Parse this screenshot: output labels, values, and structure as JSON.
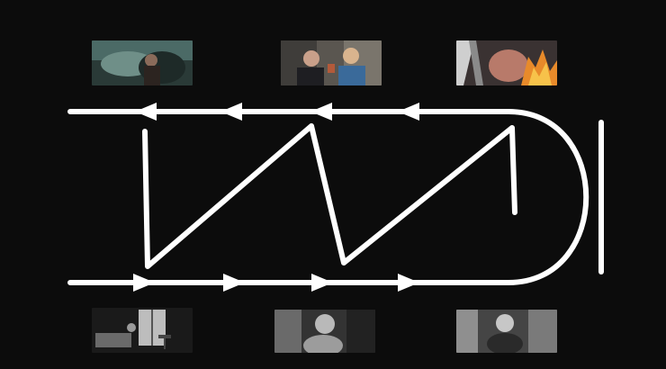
{
  "diagram": {
    "type": "memento-timeline",
    "line_color": "#ffffff",
    "background_color": "#0c0c0c",
    "top_track_arrows": 4,
    "bottom_track_arrows": 4,
    "top_arrow_direction": "left",
    "bottom_arrow_direction": "right"
  },
  "thumbnails": {
    "top": [
      {
        "icon": "color-film-still",
        "tone": "teal"
      },
      {
        "icon": "color-film-still",
        "tone": "warm"
      },
      {
        "icon": "color-film-still",
        "tone": "fire"
      }
    ],
    "bottom": [
      {
        "icon": "bw-film-still",
        "tone": "grayscale"
      },
      {
        "icon": "bw-film-still",
        "tone": "grayscale"
      },
      {
        "icon": "bw-film-still",
        "tone": "grayscale"
      }
    ]
  }
}
